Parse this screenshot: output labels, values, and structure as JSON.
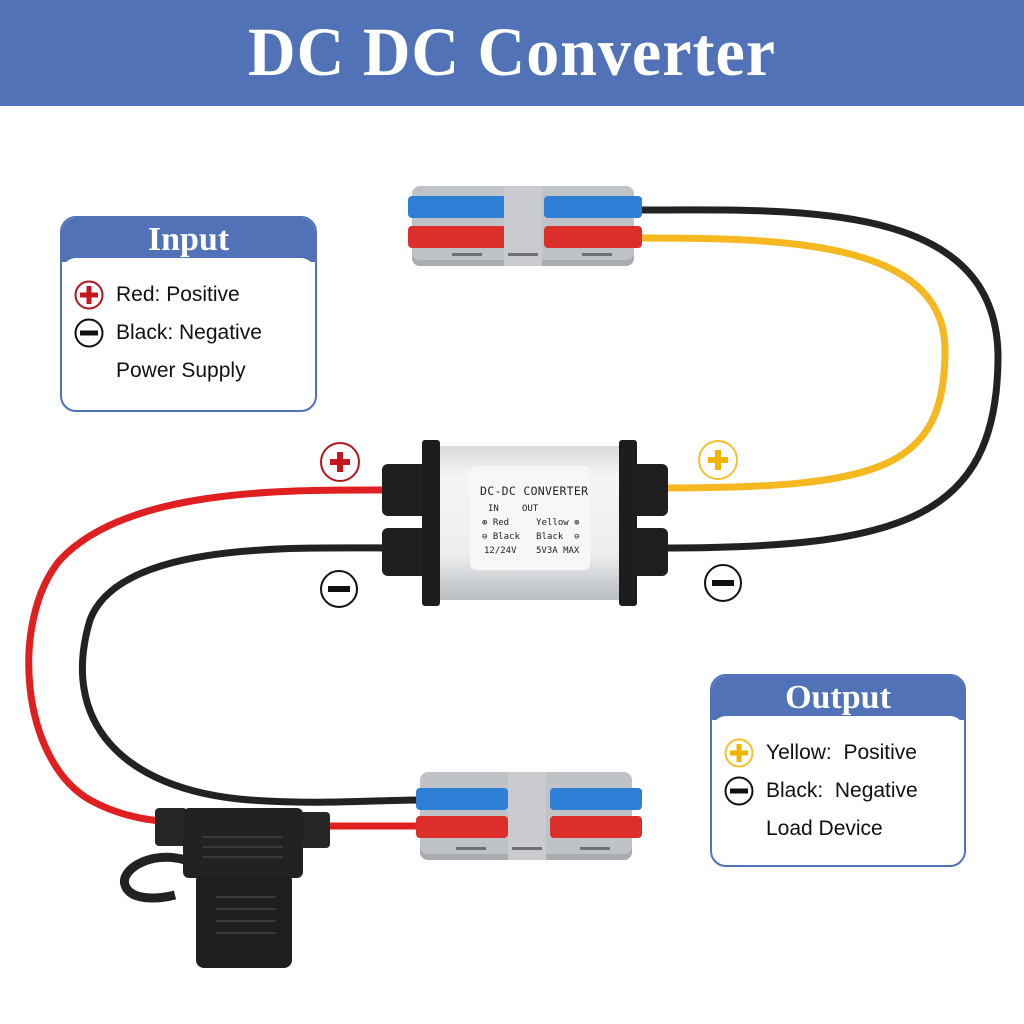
{
  "header": {
    "title": "DC DC Converter",
    "background": "#5272b8"
  },
  "input_legend": {
    "title": "Input",
    "rows": [
      {
        "icon": "plus-circle-red-icon",
        "text": "Red: Positive",
        "color": "#b2161e"
      },
      {
        "icon": "minus-circle-black-icon",
        "text": "Black: Negative",
        "color": "#111111"
      },
      {
        "icon": "",
        "text": "Power Supply"
      }
    ]
  },
  "output_legend": {
    "title": "Output",
    "rows": [
      {
        "icon": "plus-circle-yellow-icon",
        "text": "Yellow:  Positive",
        "color": "#f2b400"
      },
      {
        "icon": "minus-circle-black-icon",
        "text": "Black:  Negative",
        "color": "#111111"
      },
      {
        "icon": "",
        "text": "Load Device"
      }
    ]
  },
  "converter": {
    "label_title": "DC-DC CONVERTER",
    "col_in": "IN",
    "col_out": "OUT",
    "row_pos": "⊕ Red     Yellow ⊕",
    "row_neg": "⊖ Black   Black  ⊖",
    "input_voltage": "12/24V",
    "output_rating": "5V3A MAX"
  },
  "wire_colors": {
    "red": "#e02020",
    "black": "#222222",
    "yellow": "#f5b820"
  },
  "markers": {
    "input_positive": "+",
    "input_negative": "−",
    "output_positive": "+",
    "output_negative": "−"
  }
}
